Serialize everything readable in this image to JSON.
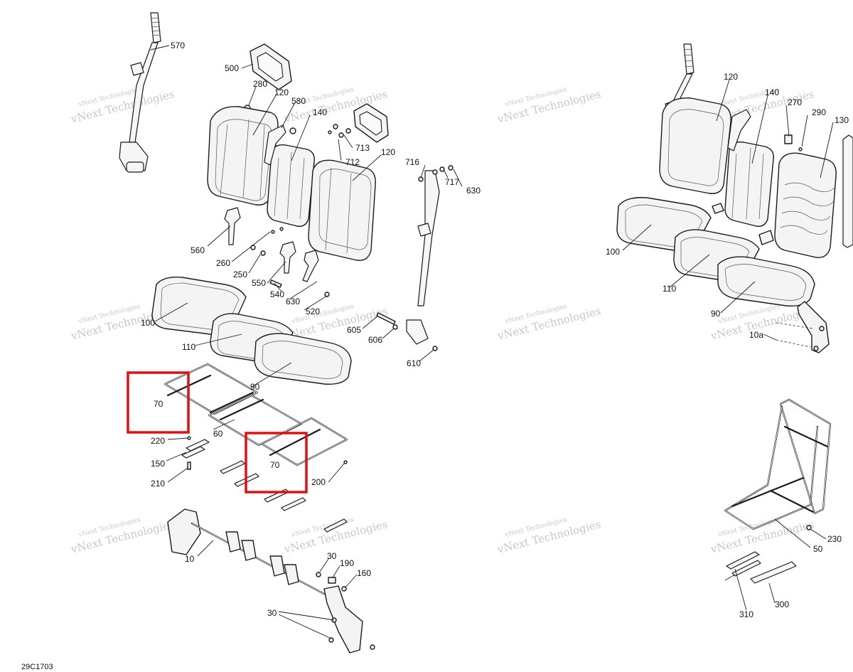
{
  "reference_code": "29C1703",
  "watermark": {
    "line1": "vNext Technologies",
    "line2": "Technologies"
  },
  "highlight_color": "#e01010",
  "callouts": {
    "c570": "570",
    "c500": "500",
    "c280": "280",
    "c120a": "120",
    "c580": "580",
    "c140a": "140",
    "c713": "713",
    "c712": "712",
    "c120b": "120",
    "c716": "716",
    "c717": "717",
    "c630a": "630",
    "c560": "560",
    "c260": "260",
    "c250": "250",
    "c550": "550",
    "c540": "540",
    "c630b": "630",
    "c520": "520",
    "c100a": "100",
    "c110a": "110",
    "c605": "605",
    "c606": "606",
    "c610": "610",
    "c90a": "90",
    "c70a": "70",
    "c60": "60",
    "c220": "220",
    "c150": "150",
    "c70b": "70",
    "c210": "210",
    "c200": "200",
    "c10": "10",
    "c30a": "30",
    "c190": "190",
    "c160": "160",
    "c30b": "30",
    "r120": "120",
    "r140": "140",
    "r270": "270",
    "r290": "290",
    "r130": "130",
    "r100": "100",
    "r110": "110",
    "r90": "90",
    "r10a": "10a",
    "r230": "230",
    "r50": "50",
    "r310": "310",
    "r300": "300"
  }
}
